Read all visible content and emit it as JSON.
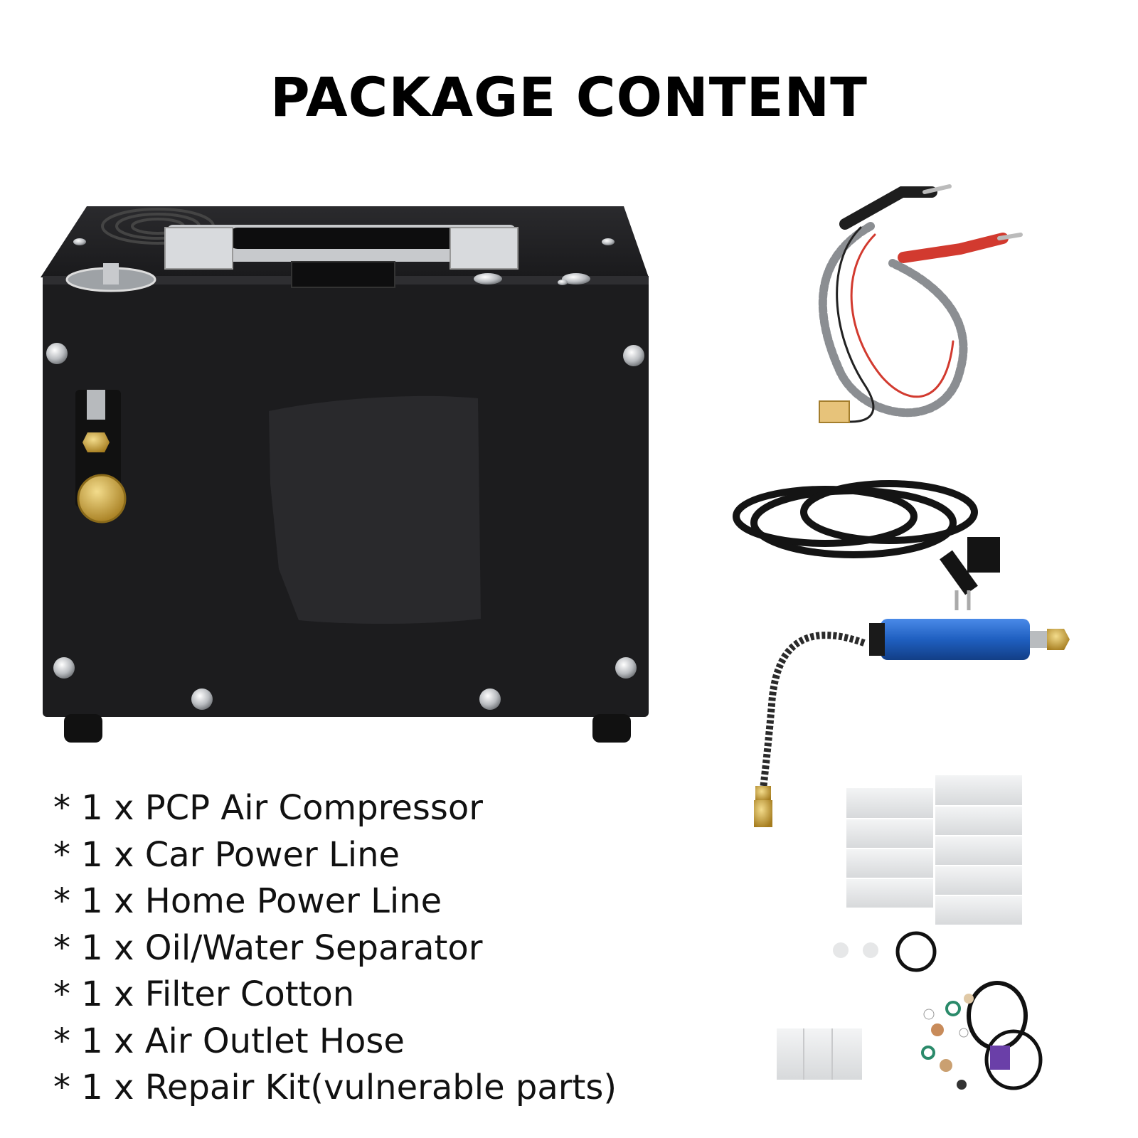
{
  "title": "PACKAGE CONTENT",
  "items": [
    "* 1 x PCP Air Compressor",
    "* 1 x Car Power Line",
    "* 1 x Home Power Line",
    "* 1 x Oil/Water Separator",
    "* 1 x Filter Cotton",
    "* 1 x Air Outlet Hose",
    "* 1 x Repair Kit(vulnerable parts)"
  ],
  "colors": {
    "compressor_body": "#1c1c1e",
    "brass_fittings": "#c9a13a",
    "separator_blue": "#1f5fc0",
    "clip_red": "#d23a2f",
    "background": "#ffffff"
  },
  "icons": [
    "compressor-image",
    "car-power-line-image",
    "home-power-line-image",
    "separator-hose-image",
    "filter-cotton-image",
    "repair-kit-image"
  ]
}
